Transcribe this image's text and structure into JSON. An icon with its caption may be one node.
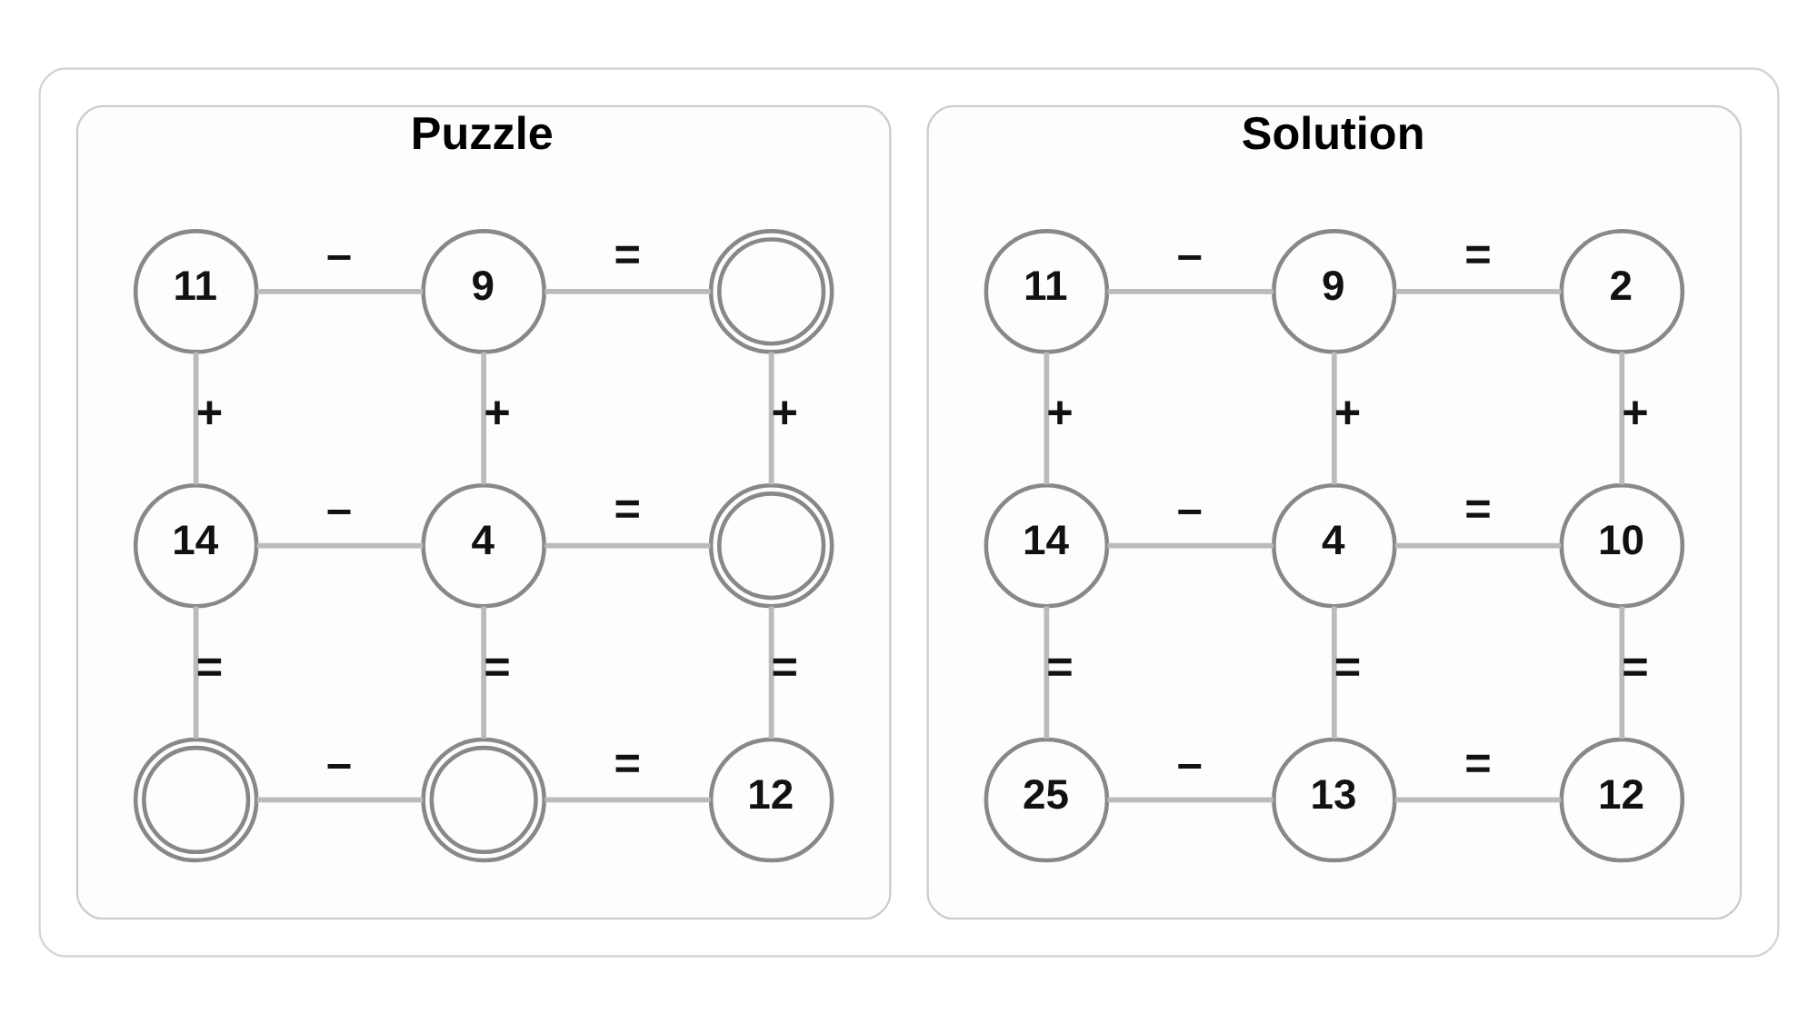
{
  "diagram": {
    "nodes": [
      {
        "text": [],
        "shape": "box"
      },
      {
        "text": [
          "Puzzle"
        ],
        "in": 0
      },
      {
        "text": [
          "11"
        ],
        "in": 1
      },
      {
        "text": [
          "9"
        ],
        "in": 1
      },
      {
        "text": [],
        "shape": "circle",
        "in": 1
      },
      {
        "text": [
          "14"
        ],
        "in": 1
      },
      {
        "text": [
          "4"
        ],
        "in": 1
      },
      {
        "text": [],
        "shape": "circle",
        "in": 1
      },
      {
        "text": [],
        "shape": "circle",
        "in": 1
      },
      {
        "text": [],
        "shape": "circle",
        "in": 1
      },
      {
        "text": [
          "12"
        ],
        "in": 1
      },
      {
        "text": [
          "Solution"
        ],
        "in": 0
      },
      {
        "text": [
          "11"
        ],
        "in": 11
      },
      {
        "text": [
          "9"
        ],
        "in": 11
      },
      {
        "text": [
          "2"
        ],
        "in": 11
      },
      {
        "text": [
          "14"
        ],
        "in": 11
      },
      {
        "text": [
          "4"
        ],
        "in": 11
      },
      {
        "text": [
          "10"
        ],
        "in": 11
      },
      {
        "text": [
          "25"
        ],
        "in": 11
      },
      {
        "text": [
          "13"
        ],
        "in": 11
      },
      {
        "text": [
          "12"
        ],
        "in": 11
      }
    ],
    "edges": [
      {
        "from": 2,
        "to": 3,
        "arrow": "none",
        "label": "–"
      },
      {
        "from": 3,
        "to": 4,
        "arrow": "none",
        "label": "="
      },
      {
        "from": 2,
        "to": 5,
        "arrow": "none",
        "label": "+"
      },
      {
        "from": 3,
        "to": 6,
        "arrow": "none",
        "label": "+"
      },
      {
        "from": 4,
        "to": 7,
        "arrow": "none",
        "label": "+"
      },
      {
        "from": 5,
        "to": 6,
        "arrow": "none",
        "label": "–"
      },
      {
        "from": 6,
        "to": 7,
        "arrow": "none",
        "label": "="
      },
      {
        "from": 5,
        "to": 8,
        "arrow": "none",
        "label": "="
      },
      {
        "from": 6,
        "to": 9,
        "arrow": "none",
        "label": "="
      },
      {
        "from": 7,
        "to": 10,
        "arrow": "none",
        "label": "="
      },
      {
        "from": 8,
        "to": 9,
        "arrow": "none",
        "label": "–"
      },
      {
        "from": 9,
        "to": 10,
        "arrow": "none",
        "label": "="
      },
      {
        "from": 12,
        "to": 13,
        "arrow": "none",
        "label": "–"
      },
      {
        "from": 13,
        "to": 14,
        "arrow": "none",
        "label": "="
      },
      {
        "from": 12,
        "to": 15,
        "arrow": "none",
        "label": "+"
      },
      {
        "from": 13,
        "to": 16,
        "arrow": "none",
        "label": "+"
      },
      {
        "from": 14,
        "to": 17,
        "arrow": "none",
        "label": "+"
      },
      {
        "from": 15,
        "to": 16,
        "arrow": "none",
        "label": "–"
      },
      {
        "from": 16,
        "to": 17,
        "arrow": "none",
        "label": "="
      },
      {
        "from": 15,
        "to": 18,
        "arrow": "none",
        "label": "="
      },
      {
        "from": 16,
        "to": 19,
        "arrow": "none",
        "label": "="
      },
      {
        "from": 17,
        "to": 20,
        "arrow": "none",
        "label": "="
      },
      {
        "from": 18,
        "to": 19,
        "arrow": "none",
        "label": "–"
      },
      {
        "from": 19,
        "to": 20,
        "arrow": "none",
        "label": "="
      }
    ]
  }
}
